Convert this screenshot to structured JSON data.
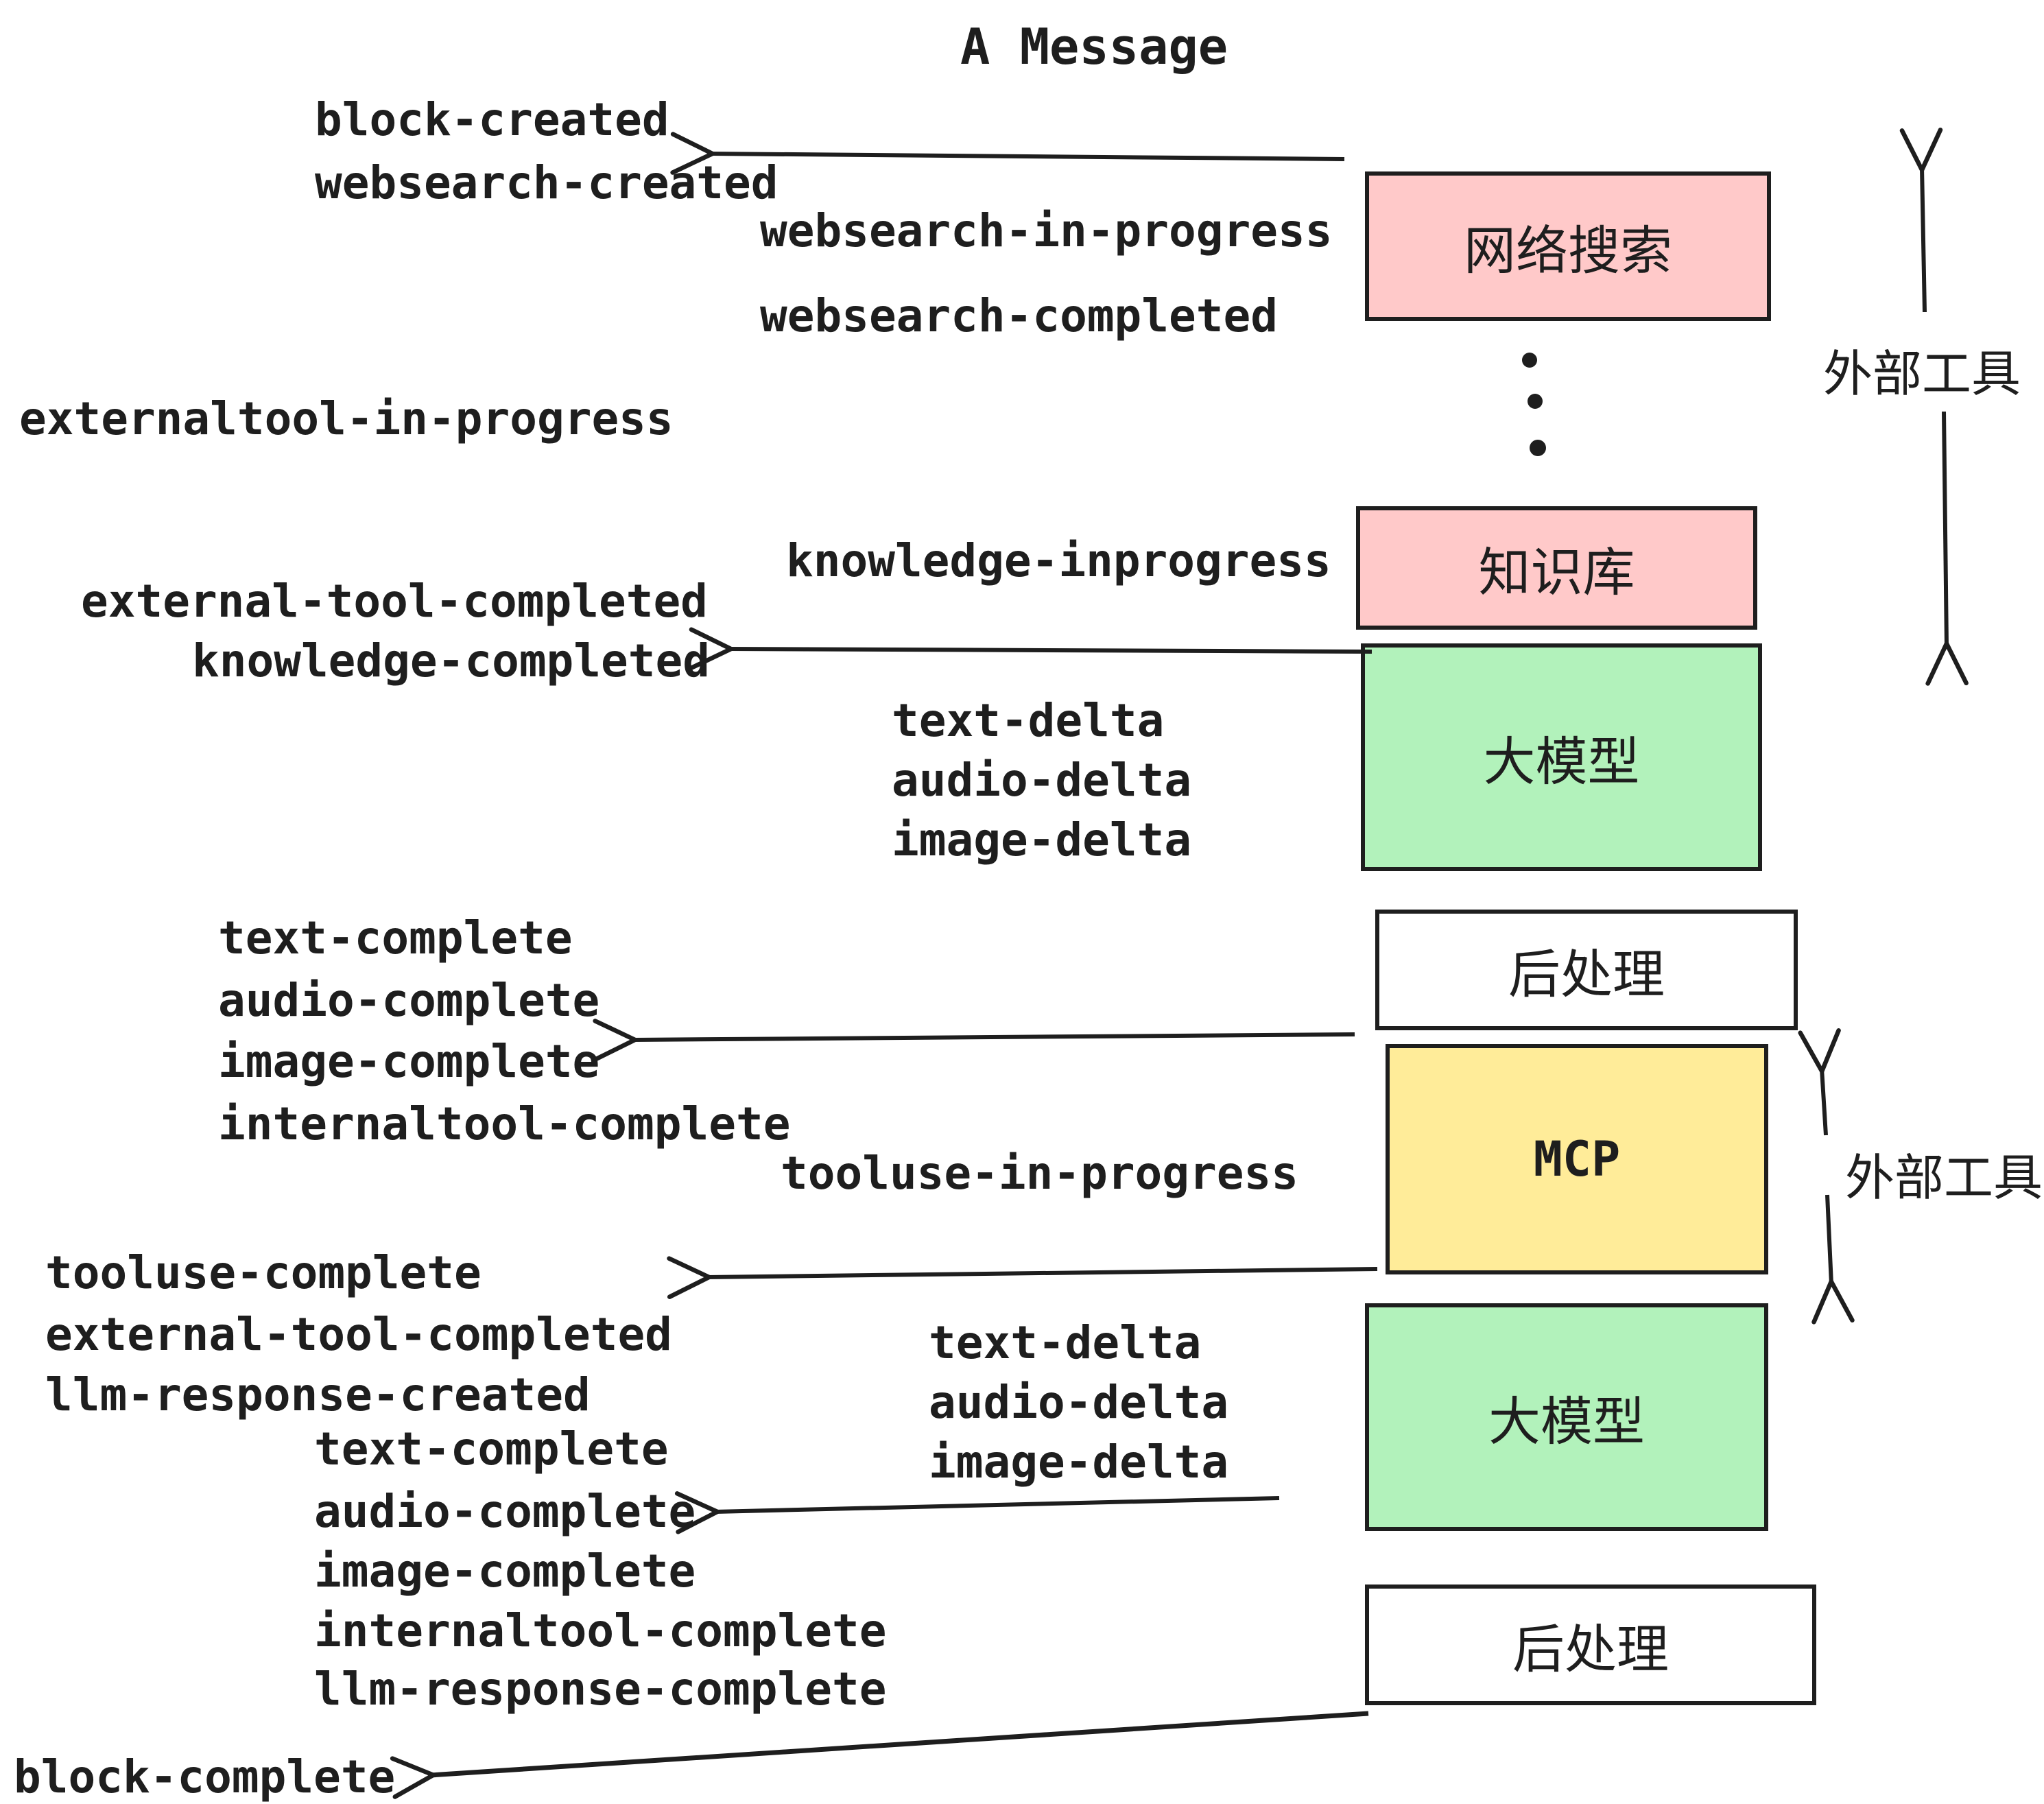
{
  "title": "A Message",
  "labels": {
    "block_created": "block-created",
    "websearch_created": "websearch-created",
    "websearch_in_progress": "websearch-in-progress",
    "websearch_completed": "websearch-completed",
    "externaltool_in_progress": "externaltool-in-progress",
    "knowledge_inprogress": "knowledge-inprogress",
    "external_tool_completed": "external-tool-completed",
    "knowledge_completed": "knowledge-completed",
    "text_delta": "text-delta",
    "audio_delta": "audio-delta",
    "image_delta": "image-delta",
    "text_complete": "text-complete",
    "audio_complete": "audio-complete",
    "image_complete": "image-complete",
    "internaltool_complete": "internaltool-complete",
    "tooluse_in_progress": "tooluse-in-progress",
    "tooluse_complete": "tooluse-complete",
    "llm_response_created": "llm-response-created",
    "llm_response_complete": "llm-response-complete",
    "block_complete": "block-complete",
    "external_tools": "外部工具"
  },
  "boxes": [
    {
      "id": "websearch",
      "label": "网络搜索",
      "color": "#ffc9c9"
    },
    {
      "id": "knowledge-base",
      "label": "知识库",
      "color": "#ffc9c9"
    },
    {
      "id": "llm-1",
      "label": "大模型",
      "color": "#b2f2bb"
    },
    {
      "id": "postprocess-1",
      "label": "后处理",
      "color": "#ffffff"
    },
    {
      "id": "mcp",
      "label": "MCP",
      "color": "#ffec99"
    },
    {
      "id": "llm-2",
      "label": "大模型",
      "color": "#b2f2bb"
    },
    {
      "id": "postprocess-2",
      "label": "后处理",
      "color": "#ffffff"
    }
  ],
  "colors": {
    "stroke": "#1e1e1e",
    "box_pink": "#ffc9c9",
    "box_green": "#b2f2bb",
    "box_yellow": "#ffec99",
    "box_white": "#ffffff",
    "background": "#ffffff"
  }
}
